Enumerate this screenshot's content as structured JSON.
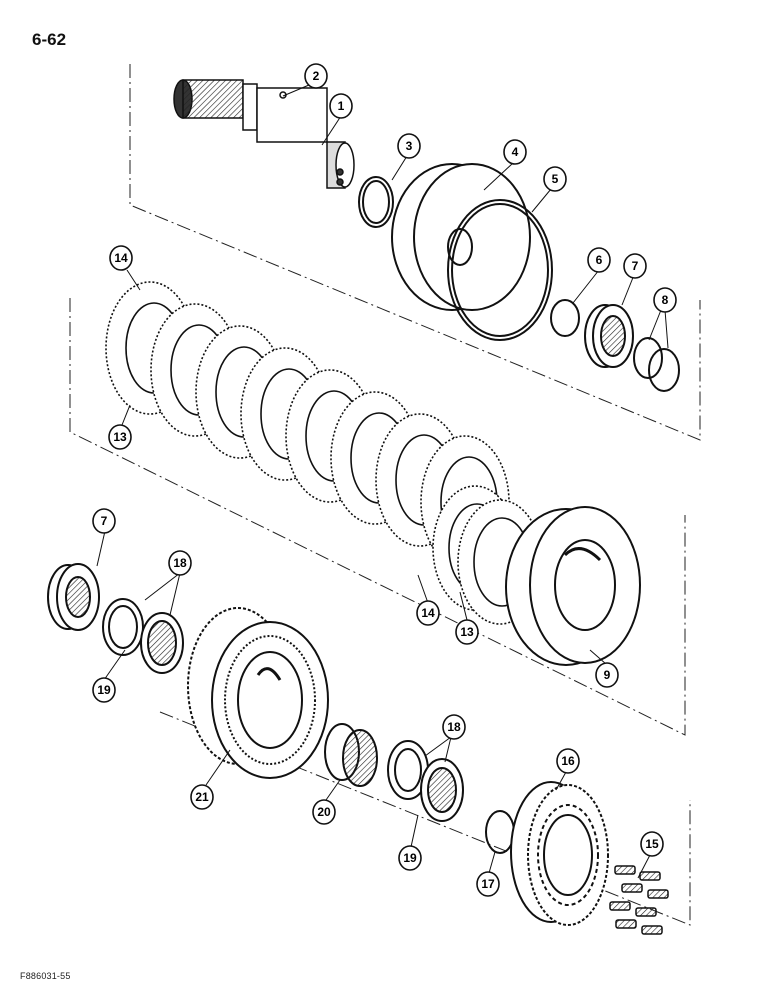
{
  "page": {
    "page_number": "6-62",
    "figure_code": "F886031-55"
  },
  "diagram": {
    "type": "exploded parts diagram",
    "callouts": [
      {
        "id": "c1",
        "label": "1"
      },
      {
        "id": "c2",
        "label": "2"
      },
      {
        "id": "c3",
        "label": "3"
      },
      {
        "id": "c4",
        "label": "4"
      },
      {
        "id": "c5",
        "label": "5"
      },
      {
        "id": "c6",
        "label": "6"
      },
      {
        "id": "c7a",
        "label": "7"
      },
      {
        "id": "c8",
        "label": "8"
      },
      {
        "id": "c14a",
        "label": "14"
      },
      {
        "id": "c13a",
        "label": "13"
      },
      {
        "id": "c7b",
        "label": "7"
      },
      {
        "id": "c18a",
        "label": "18"
      },
      {
        "id": "c19a",
        "label": "19"
      },
      {
        "id": "c14b",
        "label": "14"
      },
      {
        "id": "c13b",
        "label": "13"
      },
      {
        "id": "c9",
        "label": "9"
      },
      {
        "id": "c21",
        "label": "21"
      },
      {
        "id": "c20",
        "label": "20"
      },
      {
        "id": "c18b",
        "label": "18"
      },
      {
        "id": "c19b",
        "label": "19"
      },
      {
        "id": "c16",
        "label": "16"
      },
      {
        "id": "c17",
        "label": "17"
      },
      {
        "id": "c15",
        "label": "15"
      }
    ]
  }
}
